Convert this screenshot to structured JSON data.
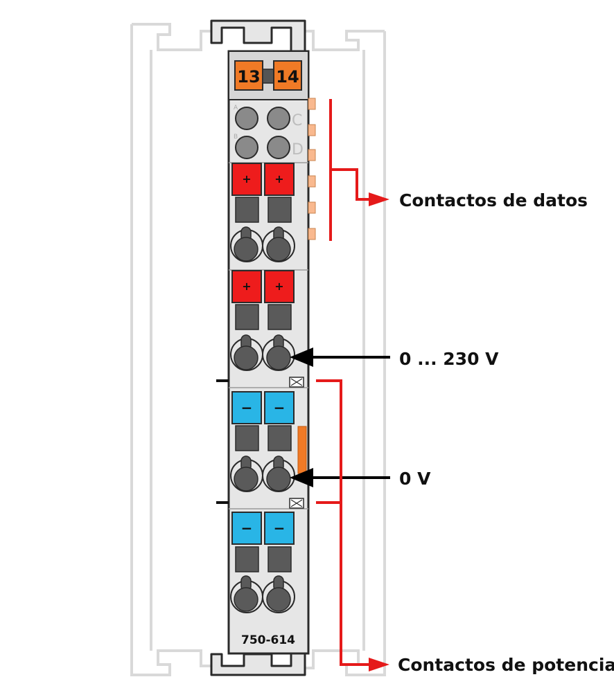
{
  "module": {
    "model": "750-614",
    "terminal_numbers": [
      "13",
      "14"
    ],
    "led_letters": [
      "A",
      "C",
      "B",
      "D"
    ],
    "plus_symbol": "+",
    "minus_symbol": "−"
  },
  "labels": {
    "data_contacts": "Contactos de datos",
    "supply_voltage": "0 ... 230 V",
    "zero_volt": "0 V",
    "power_contacts": "Contactos de potencia"
  },
  "colors": {
    "housing": "#e6e6e6",
    "outline": "#2a2a2a",
    "terminal_orange": "#f07a26",
    "plus_red": "#ee1c1c",
    "minus_blue": "#29b5e6",
    "dark_grey": "#5a5a5a",
    "led_grey": "#8a8a8a",
    "data_contact": "#f9b98f",
    "power_line_red": "#e51a1a",
    "rail_ghost": "#d9d9d9",
    "arrow_black": "#000000"
  }
}
